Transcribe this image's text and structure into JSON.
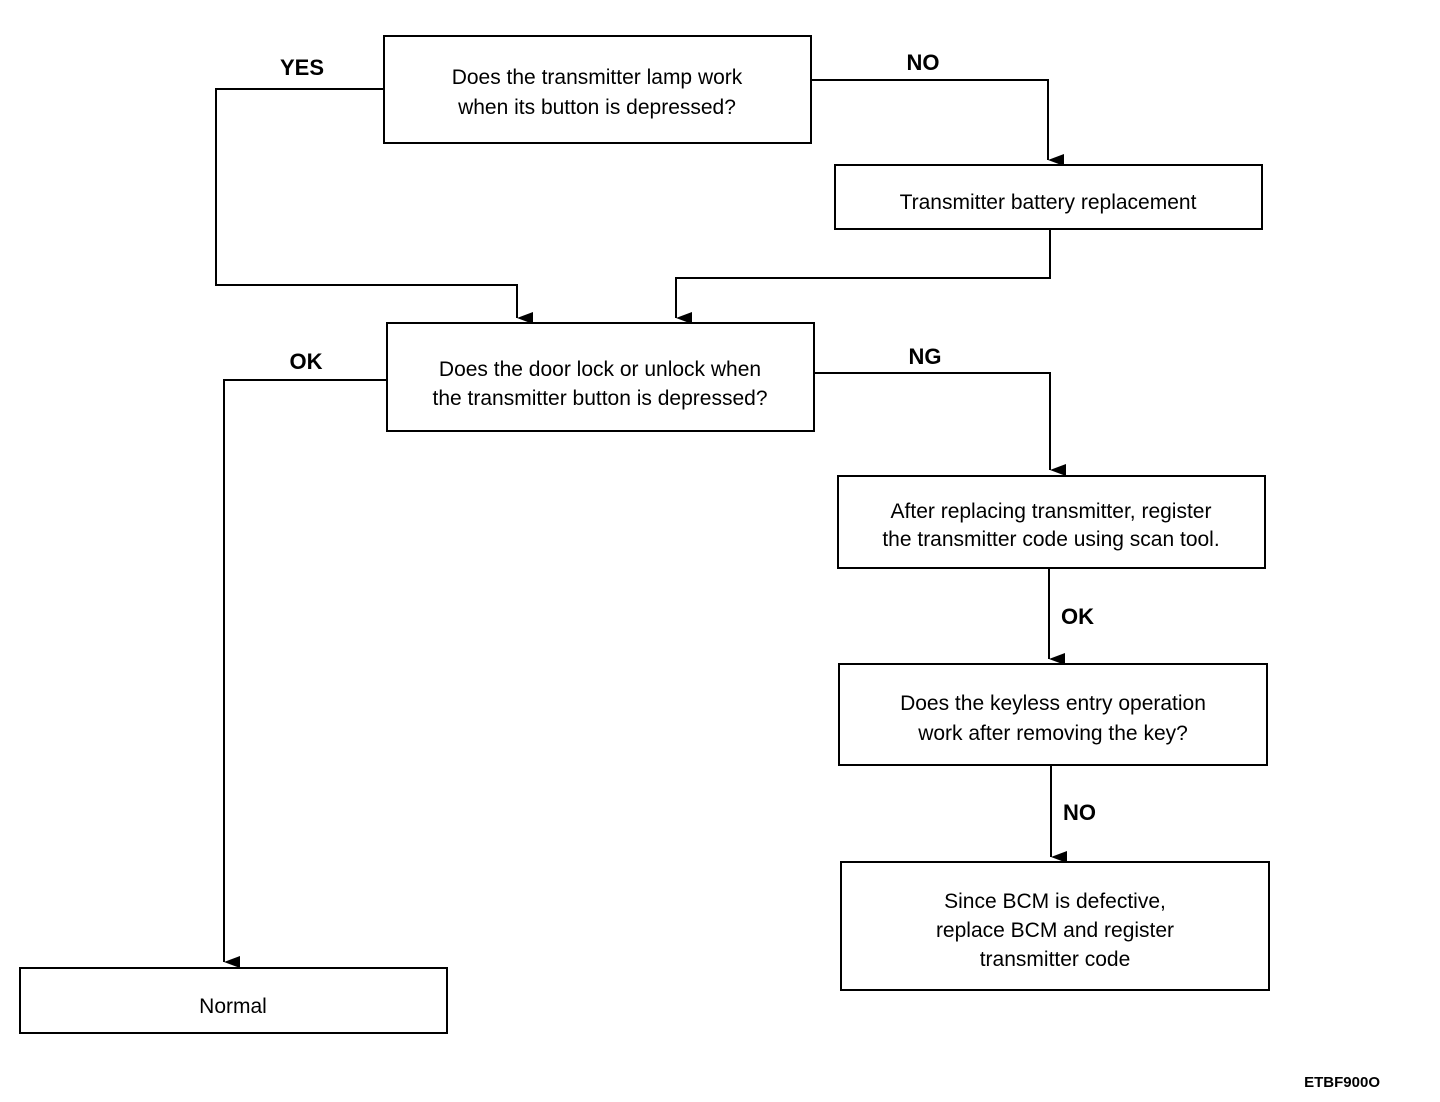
{
  "figure_code": "ETBF900O",
  "nodes": {
    "q_lamp": {
      "lines": [
        "Does the transmitter lamp work",
        "when its button is depressed?"
      ]
    },
    "battery": {
      "lines": [
        "Transmitter battery replacement"
      ]
    },
    "q_door": {
      "lines": [
        "Does the door lock or unlock when",
        "the transmitter button is depressed?"
      ]
    },
    "register": {
      "lines": [
        "After replacing transmitter, register",
        "the transmitter code using scan tool."
      ]
    },
    "q_keyless": {
      "lines": [
        "Does the keyless entry operation",
        "work after removing the key?"
      ]
    },
    "bcm": {
      "lines": [
        "Since BCM is defective,",
        "replace BCM and register",
        "transmitter code"
      ]
    },
    "normal": {
      "lines": [
        "Normal"
      ]
    }
  },
  "edges": {
    "lamp_yes": {
      "from": "q_lamp",
      "to": "q_door",
      "label": "YES"
    },
    "lamp_no": {
      "from": "q_lamp",
      "to": "battery",
      "label": "NO"
    },
    "battery_to_door": {
      "from": "battery",
      "to": "q_door",
      "label": ""
    },
    "door_ok": {
      "from": "q_door",
      "to": "normal",
      "label": "OK"
    },
    "door_ng": {
      "from": "q_door",
      "to": "register",
      "label": "NG"
    },
    "register_ok": {
      "from": "register",
      "to": "q_keyless",
      "label": "OK"
    },
    "keyless_no": {
      "from": "q_keyless",
      "to": "bcm",
      "label": "NO"
    }
  }
}
